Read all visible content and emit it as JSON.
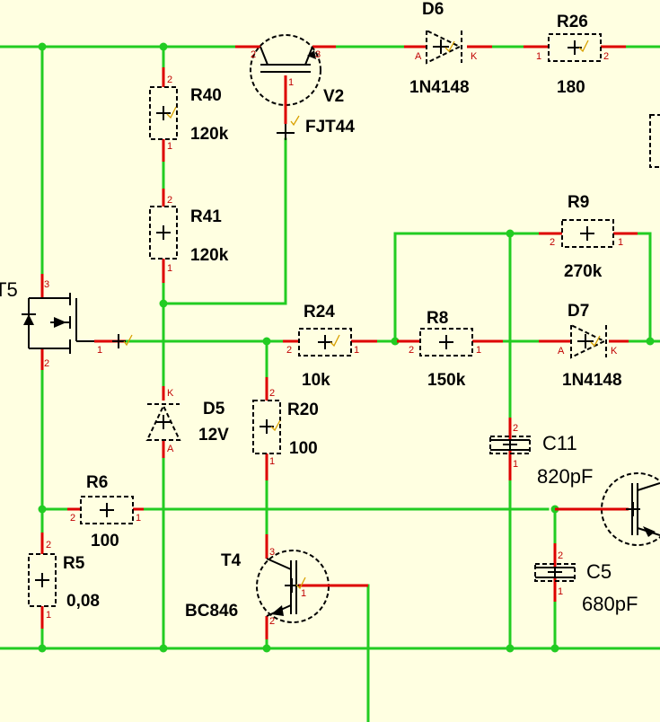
{
  "components": {
    "R40": {
      "ref": "R40",
      "value": "120k",
      "pin_top": "2",
      "pin_bottom": "1"
    },
    "R41": {
      "ref": "R41",
      "value": "120k",
      "pin_top": "2",
      "pin_bottom": "1"
    },
    "V2": {
      "ref": "V2",
      "value": "FJT44",
      "pin_left": "2",
      "pin_right": "3",
      "pin_bottom": "1"
    },
    "D6": {
      "ref": "D6",
      "value": "1N4148",
      "pin_a": "A",
      "pin_k": "K"
    },
    "R26": {
      "ref": "R26",
      "value": "180",
      "pin_left": "1",
      "pin_right": "2"
    },
    "R9": {
      "ref": "R9",
      "value": "270k",
      "pin_left": "2",
      "pin_right": "1"
    },
    "T5": {
      "ref": "T5",
      "pin_top": "3",
      "pin_bottom": "2",
      "pin_gate": "1"
    },
    "R24": {
      "ref": "R24",
      "value": "10k",
      "pin_left": "2",
      "pin_right": "1"
    },
    "R8": {
      "ref": "R8",
      "value": "150k",
      "pin_left": "2",
      "pin_right": "1"
    },
    "D7": {
      "ref": "D7",
      "value": "1N4148",
      "pin_a": "A",
      "pin_k": "K"
    },
    "D5": {
      "ref": "D5",
      "value": "12V",
      "pin_k": "K",
      "pin_a": "A"
    },
    "R20": {
      "ref": "R20",
      "value": "100",
      "pin_top": "2",
      "pin_bottom": "1"
    },
    "C11": {
      "ref": "C11",
      "value": "820pF",
      "pin_top": "2",
      "pin_bottom": "1"
    },
    "R6": {
      "ref": "R6",
      "value": "100",
      "pin_left": "2",
      "pin_right": "1"
    },
    "R5": {
      "ref": "R5",
      "value": "0,08",
      "pin_top": "2",
      "pin_bottom": "1"
    },
    "T4": {
      "ref": "T4",
      "value": "BC846",
      "pin_top": "3",
      "pin_bottom": "2",
      "pin_base": "1"
    },
    "C5": {
      "ref": "C5",
      "value": "680pF",
      "pin_top": "2",
      "pin_bottom": "1"
    }
  }
}
